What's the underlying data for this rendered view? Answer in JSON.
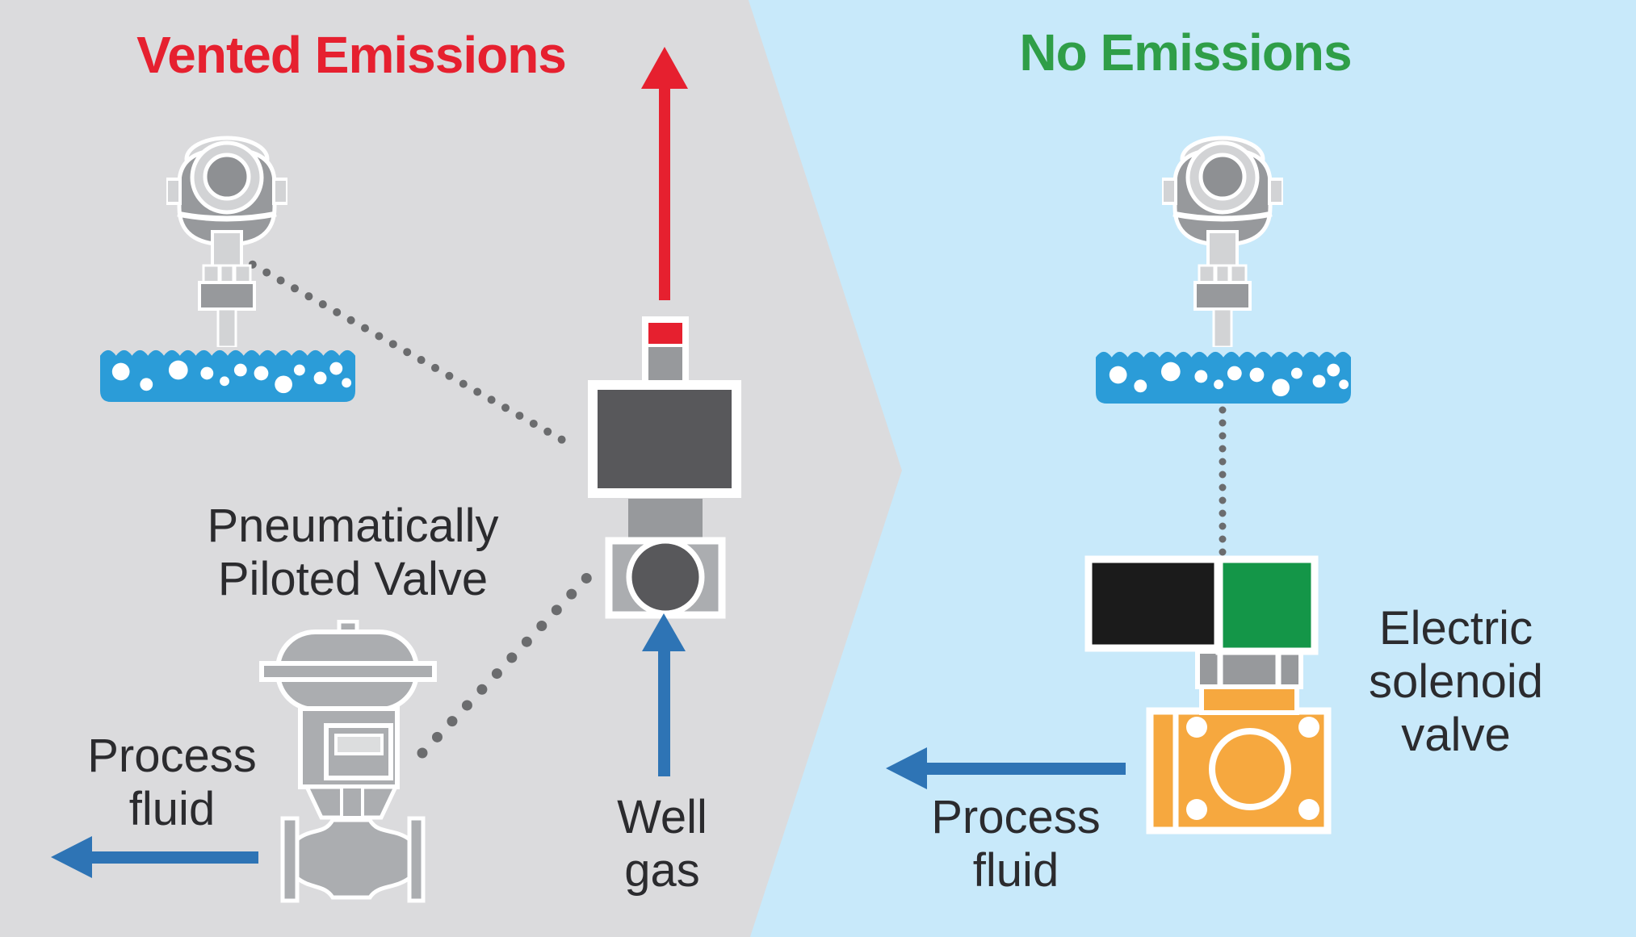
{
  "diagram": {
    "left": {
      "title": "Vented Emissions",
      "valve_label": "Pneumatically\nPiloted Valve",
      "process_fluid_label": "Process\nfluid",
      "well_gas_label": "Well\ngas"
    },
    "right": {
      "title": "No Emissions",
      "valve_label": "Electric\nsolenoid\nvalve",
      "process_fluid_label": "Process\nfluid"
    },
    "icons": [
      "level-sensor-icon",
      "liquid-tank-icon",
      "pneumatic-pilot-valve-icon",
      "control-valve-icon",
      "electric-solenoid-valve-icon",
      "vent-arrow-icon",
      "flow-arrow-icon",
      "signal-dotted-line"
    ],
    "colors": {
      "left_background": "#DBDBDD",
      "right_background": "#C8E9FA",
      "left_title": "#E6202F",
      "right_title": "#2F9E48",
      "emission_arrow": "#E6202F",
      "flow_arrow": "#2E74B5",
      "tank_fluid": "#2B9CD8",
      "solenoid_coil_green": "#149648",
      "solenoid_coil_black": "#1B1B1B",
      "solenoid_body_orange": "#F6A83F",
      "text": "#2B2B2E"
    }
  }
}
